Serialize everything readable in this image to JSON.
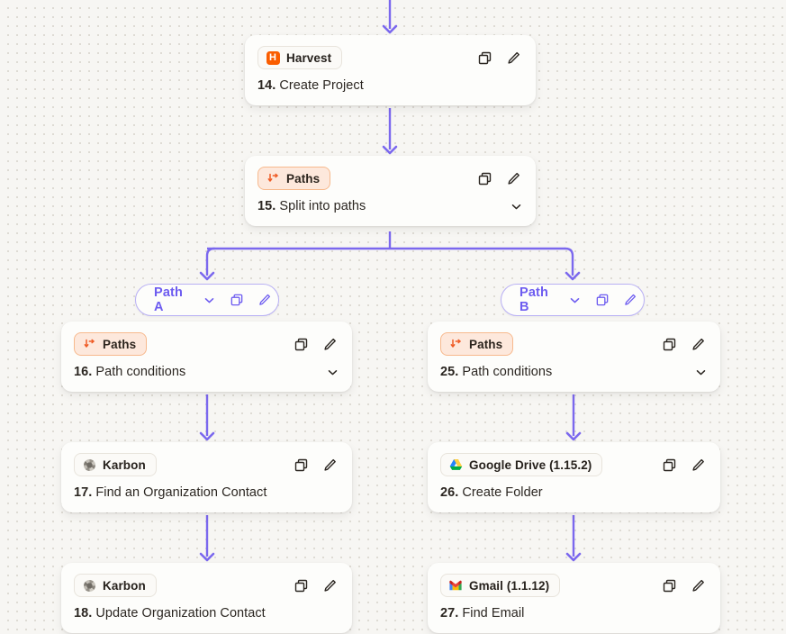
{
  "canvas": {
    "background_color": "#f7f6f3",
    "dot_color": "#dedbd4",
    "edge_color": "#7b68ee"
  },
  "icons": {
    "duplicate": "duplicate-icon",
    "edit": "edit-pencil-icon",
    "chevron_down": "chevron-down-icon"
  },
  "nodes": [
    {
      "id": "node-14",
      "app": "Harvest",
      "app_icon": "harvest-icon",
      "step": "14.",
      "title": "Create Project",
      "has_chevron": false,
      "badge_style": "app"
    },
    {
      "id": "node-15",
      "app": "Paths",
      "app_icon": "paths-icon",
      "step": "15.",
      "title": "Split into paths",
      "has_chevron": true,
      "badge_style": "paths"
    },
    {
      "id": "node-16",
      "app": "Paths",
      "app_icon": "paths-icon",
      "step": "16.",
      "title": "Path conditions",
      "has_chevron": true,
      "badge_style": "paths"
    },
    {
      "id": "node-17",
      "app": "Karbon",
      "app_icon": "karbon-icon",
      "step": "17.",
      "title": "Find an Organization Contact",
      "has_chevron": false,
      "badge_style": "app"
    },
    {
      "id": "node-18",
      "app": "Karbon",
      "app_icon": "karbon-icon",
      "step": "18.",
      "title": "Update Organization Contact",
      "has_chevron": false,
      "badge_style": "app"
    },
    {
      "id": "node-25",
      "app": "Paths",
      "app_icon": "paths-icon",
      "step": "25.",
      "title": "Path conditions",
      "has_chevron": true,
      "badge_style": "paths"
    },
    {
      "id": "node-26",
      "app": "Google Drive (1.15.2)",
      "app_icon": "google-drive-icon",
      "step": "26.",
      "title": "Create Folder",
      "has_chevron": false,
      "badge_style": "app"
    },
    {
      "id": "node-27",
      "app": "Gmail (1.1.12)",
      "app_icon": "gmail-icon",
      "step": "27.",
      "title": "Find Email",
      "has_chevron": false,
      "badge_style": "app"
    }
  ],
  "paths": [
    {
      "id": "path-a",
      "label": "Path A"
    },
    {
      "id": "path-b",
      "label": "Path B"
    }
  ]
}
